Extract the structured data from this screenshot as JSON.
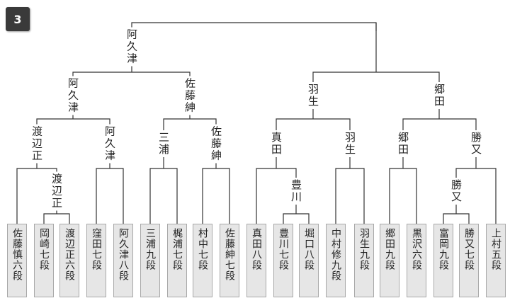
{
  "badge": "3",
  "players": [
    "佐藤慎六段",
    "岡崎七段",
    "渡辺正六段",
    "窪田七段",
    "阿久津八段",
    "三浦九段",
    "梶浦七段",
    "村中七段",
    "佐藤紳七段",
    "真田八段",
    "豊川七段",
    "堀口八段",
    "中村修九段",
    "羽生九段",
    "郷田九段",
    "黒沢六段",
    "富岡九段",
    "勝又七段",
    "上村五段"
  ],
  "winners": {
    "r1": [
      "渡辺正",
      "豊川",
      "勝又"
    ],
    "r2": [
      "渡辺正",
      "阿久津",
      "三浦",
      "佐藤紳",
      "真田",
      "羽生",
      "郷田",
      "勝又"
    ],
    "r3": [
      "阿久津",
      "佐藤紳",
      "羽生",
      "郷田"
    ],
    "r4": [
      "阿久津"
    ]
  }
}
